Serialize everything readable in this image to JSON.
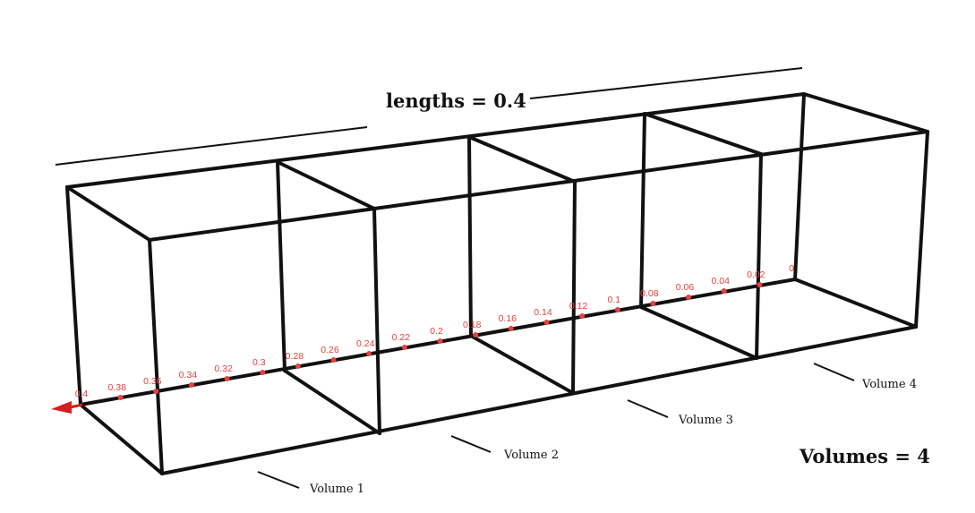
{
  "title": "lengths = 0.4",
  "total_label": "Volumes = 4",
  "volume_labels": [
    "Volume 1",
    "Volume 2",
    "Volume 3",
    "Volume 4"
  ],
  "axis_ticks": [
    "0.4",
    "0.38",
    "0.36",
    "0.34",
    "0.32",
    "0.3",
    "0.28",
    "0.26",
    "0.24",
    "0.22",
    "0.2",
    "0.18",
    "0.16",
    "0.14",
    "0.12",
    "0.1",
    "0.08",
    "0.06",
    "0.04",
    "0.02",
    "0"
  ],
  "colors": {
    "frame": "#111111",
    "axis": "#111111",
    "tick": "#e8403a",
    "arrow": "#d41f1f"
  }
}
